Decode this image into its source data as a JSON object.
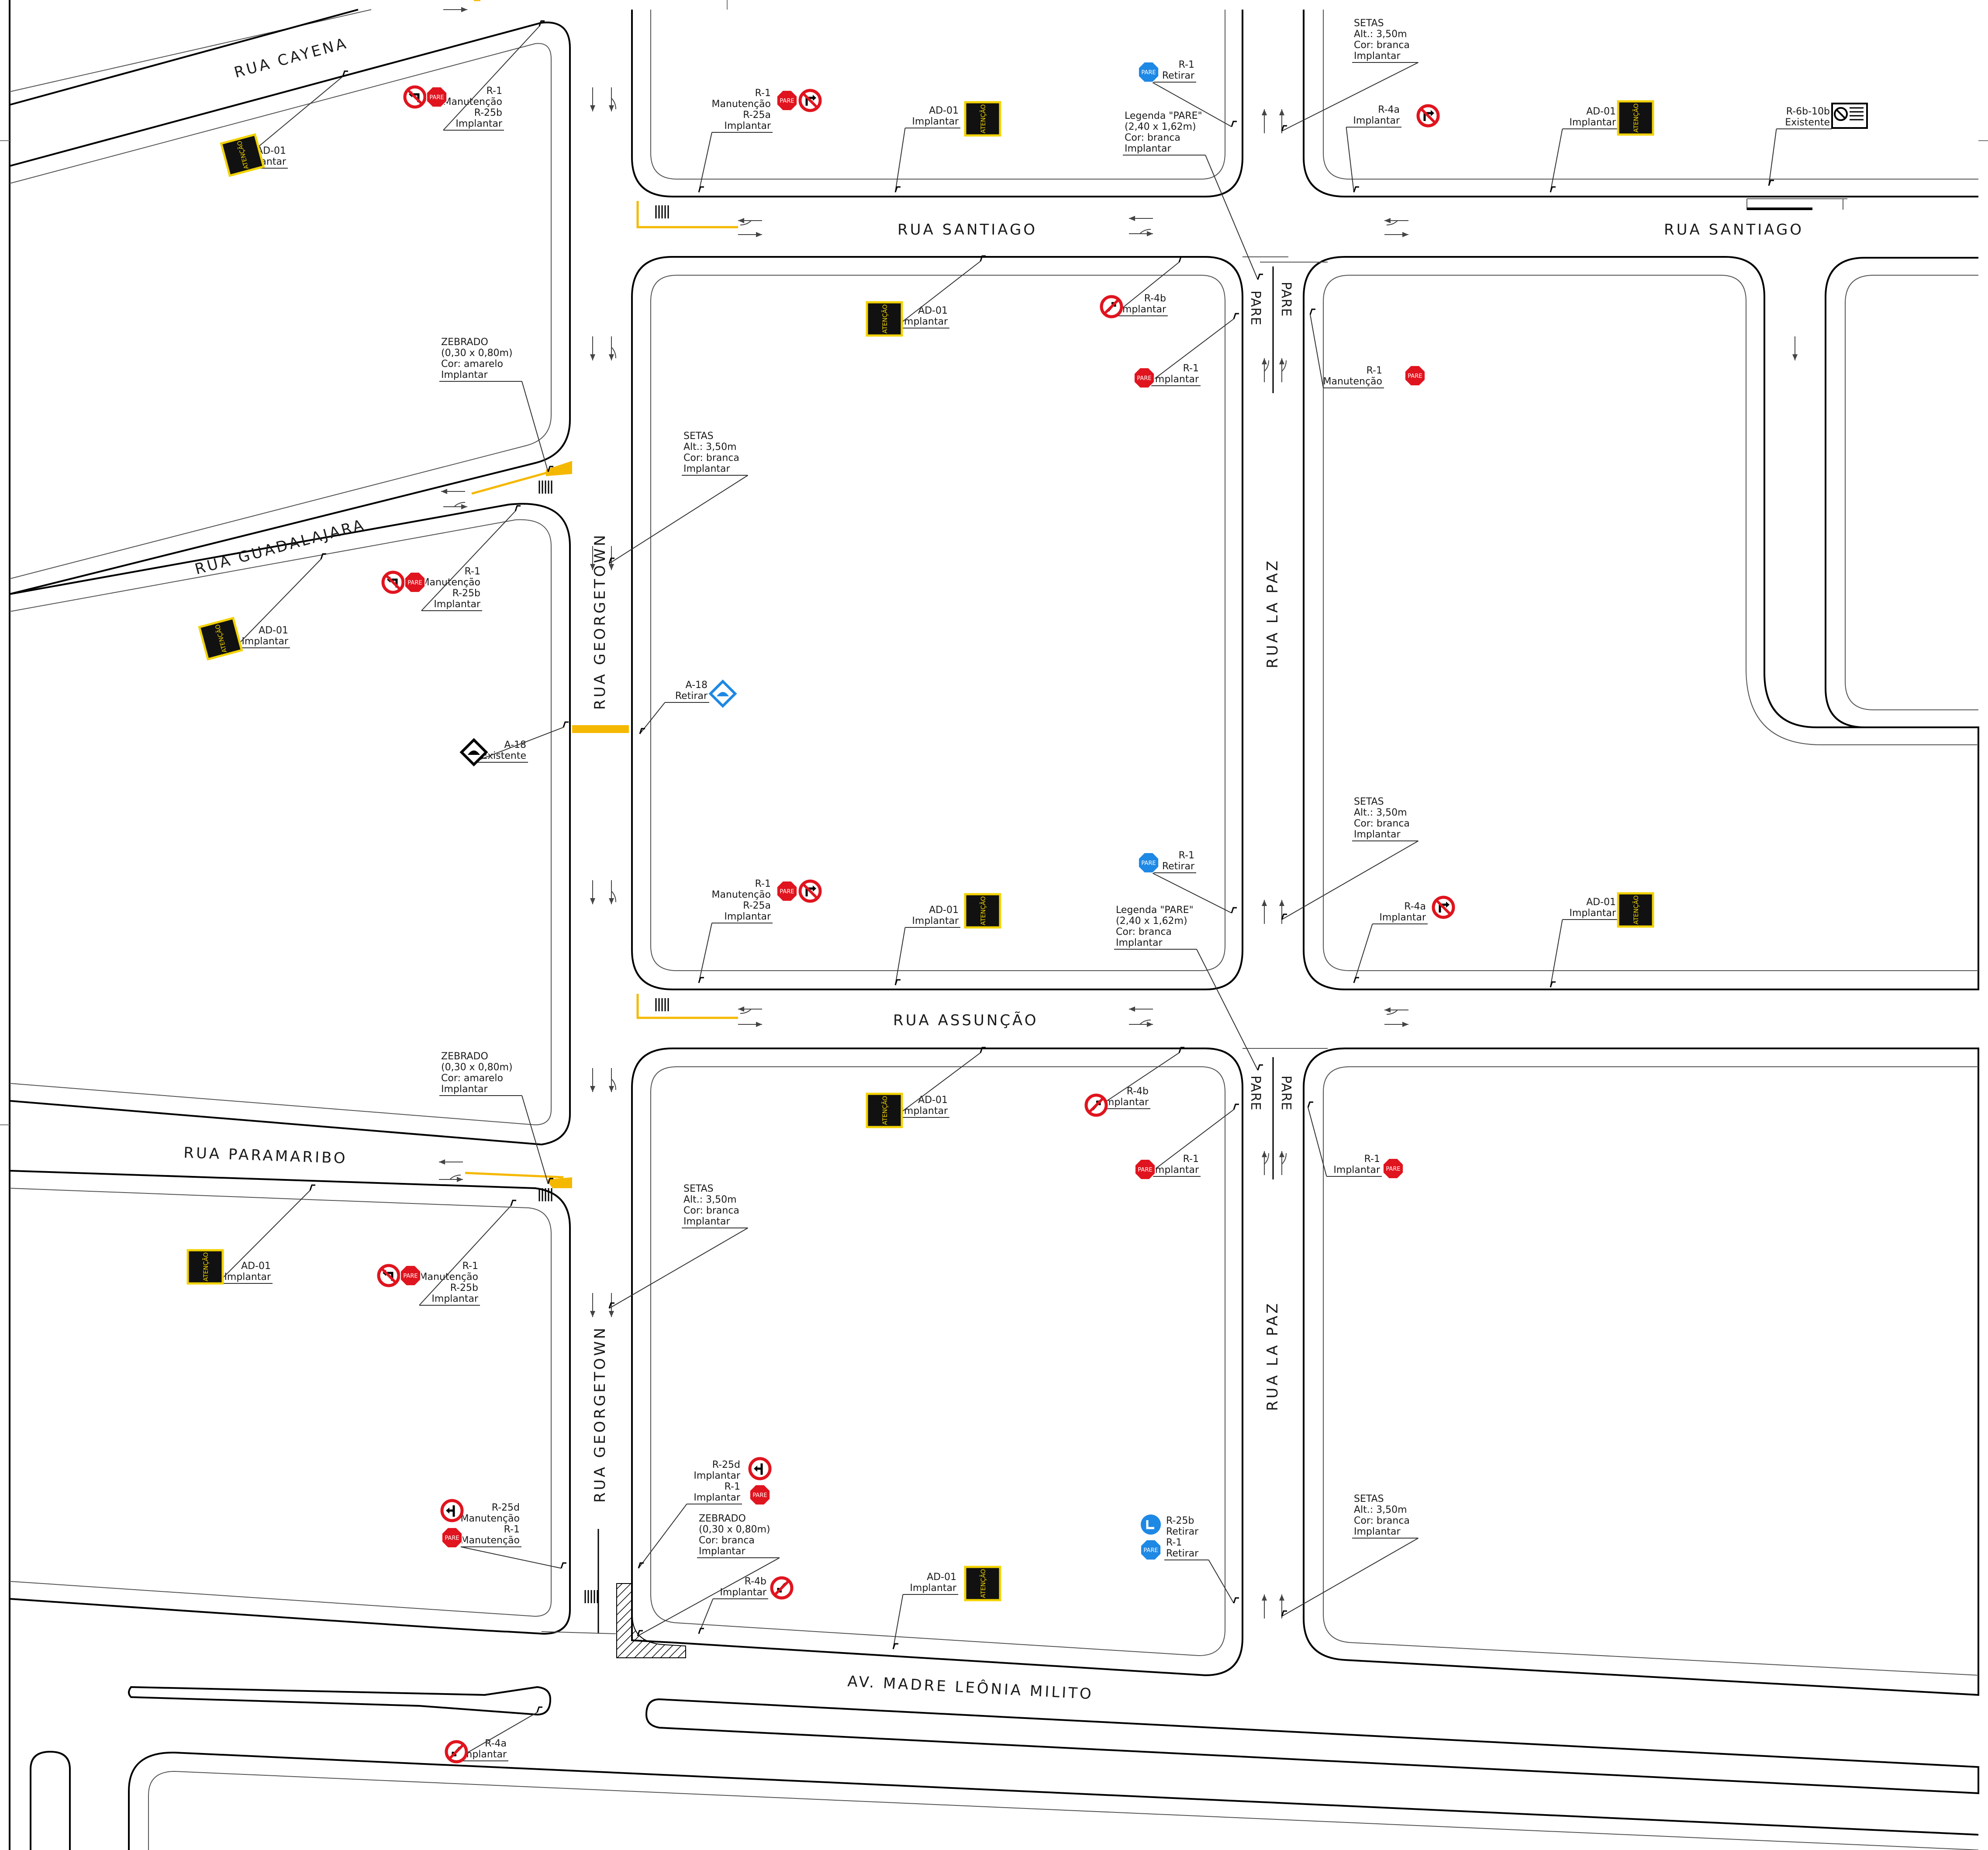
{
  "colors": {
    "curb": "#000000",
    "yellow_marking": "#f5b800",
    "sign_red": "#e0141e",
    "sign_blue": "#1e88e5",
    "sign_black": "#000000",
    "ad_panel_bg": "#111111",
    "ad_panel_border": "#f2d200"
  },
  "streets": {
    "cayena": "RUA  CAYENA",
    "guadalajara": "RUA  GUADALAJARA",
    "paramaribo": "RUA  PARAMARIBO",
    "santiago": "RUA  SANTIAGO",
    "assuncao": "RUA  ASSUNÇÃO",
    "georgetown": "RUA  GEORGETOWN",
    "lapaz": "RUA  LA  PAZ",
    "madre": "AV.  MADRE  LEÔNIA  MILITO"
  },
  "labels": {
    "ad01_implantar": [
      "AD-01",
      "Implantar"
    ],
    "r1_r25b": [
      "R-1",
      "Manutenção",
      "R-25b",
      "Implantar"
    ],
    "r1_r25a": [
      "R-1",
      "Manutenção",
      "R-25a",
      "Implantar"
    ],
    "r1_retirar": [
      "R-1",
      "Retirar"
    ],
    "r1_implantar": [
      "R-1",
      "Implantar"
    ],
    "r1_manutencao": [
      "R-1",
      "Manutenção"
    ],
    "r4a_implantar": [
      "R-4a",
      "Implantar"
    ],
    "r4b_implantar": [
      "R-4b",
      "Implantar"
    ],
    "r6b_existente": [
      "R-6b-10b",
      "Existente"
    ],
    "setas": [
      "SETAS",
      "Alt.: 3,50m",
      "Cor: branca",
      "Implantar"
    ],
    "legenda_pare": [
      "Legenda \"PARE\"",
      "(2,40 x 1,62m)",
      "Cor: branca",
      "Implantar"
    ],
    "zebrado_amarelo": [
      "ZEBRADO",
      "(0,30 x 0,80m)",
      "Cor: amarelo",
      "Implantar"
    ],
    "zebrado_branco": [
      "ZEBRADO",
      "(0,30 x 0,80m)",
      "Cor: branca",
      "Implantar"
    ],
    "a18_retirar": [
      "A-18",
      "Retirar"
    ],
    "a18_existente": [
      "A-18",
      "Existente"
    ],
    "r25d_r1_implantar": [
      "R-25d",
      "Implantar",
      "R-1",
      "Implantar"
    ],
    "r25d_r1_manutencao": [
      "R-25d",
      "Manutenção",
      "R-1",
      "Manutenção"
    ],
    "r25b_r1_retirar": [
      "R-25b",
      "Retirar",
      "R-1",
      "Retirar"
    ]
  },
  "pavement": {
    "pare": "PARE"
  },
  "sign_text": {
    "pare": "PARE",
    "atencao": "ATENÇÃO"
  }
}
